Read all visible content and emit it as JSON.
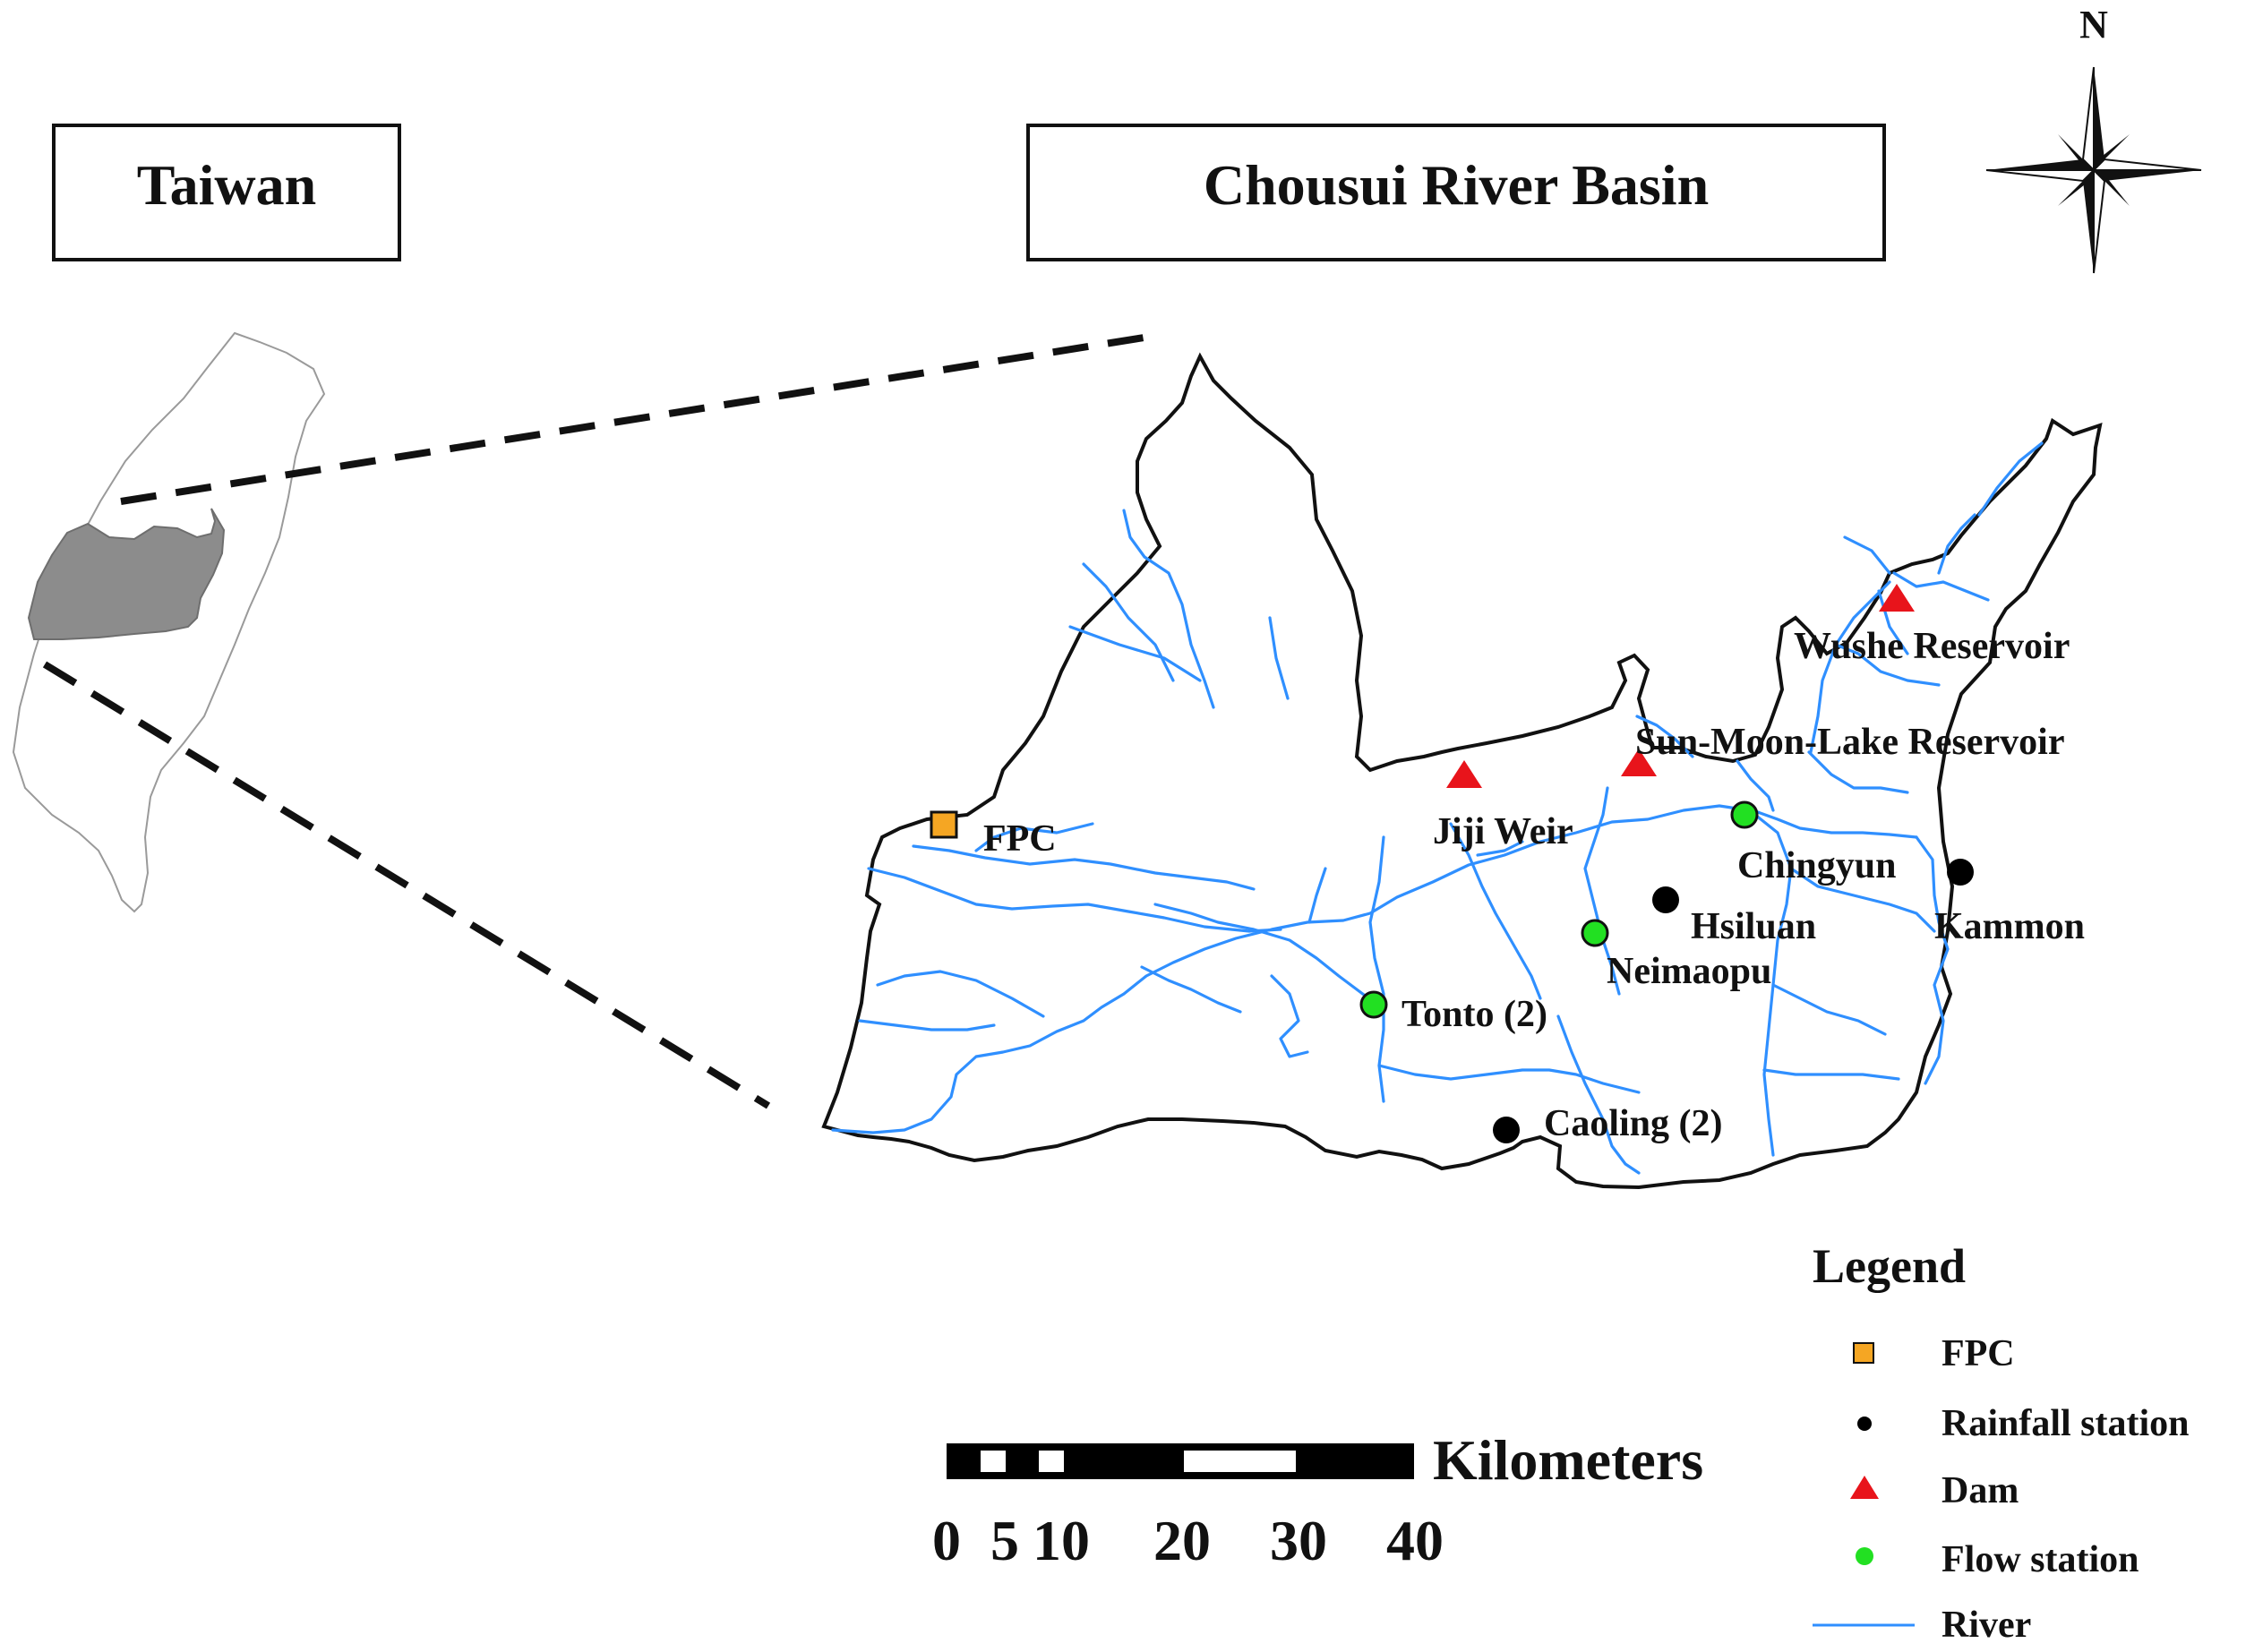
{
  "titles": {
    "taiwan": "Taiwan",
    "basin": "Chousui River Basin"
  },
  "north_label": "N",
  "sites": [
    {
      "id": "fpc",
      "label": "FPC",
      "type": "fpc"
    },
    {
      "id": "jiji",
      "label": "Jiji Weir",
      "type": "dam"
    },
    {
      "id": "sunmoon",
      "label": "Sun-Moon-Lake Reservoir",
      "type": "dam"
    },
    {
      "id": "wushe",
      "label": "Wushe Reservoir",
      "type": "dam"
    },
    {
      "id": "chingyun",
      "label": "Chingyun",
      "type": "flow"
    },
    {
      "id": "kammon",
      "label": "Kammon",
      "type": "rainfall"
    },
    {
      "id": "hsiluan",
      "label": "Hsiluan",
      "type": "rainfall"
    },
    {
      "id": "neimaopu",
      "label": "Neimaopu",
      "type": "flow"
    },
    {
      "id": "tonto",
      "label": "Tonto (2)",
      "type": "flow"
    },
    {
      "id": "caoling",
      "label": "Caoling (2)",
      "type": "rainfall"
    }
  ],
  "legend": {
    "title": "Legend",
    "items": [
      {
        "label": "FPC",
        "symbol": "square",
        "color": "#f5a623"
      },
      {
        "label": "Rainfall station",
        "symbol": "dot",
        "color": "#000000"
      },
      {
        "label": "Dam",
        "symbol": "triangle",
        "color": "#e8141b"
      },
      {
        "label": "Flow station",
        "symbol": "dot",
        "color": "#22e022"
      },
      {
        "label": "River",
        "symbol": "line",
        "color": "#2f8fff"
      }
    ]
  },
  "scale_bar": {
    "unit": "Kilometers",
    "ticks": [
      "0",
      "5",
      "10",
      "20",
      "30",
      "40"
    ]
  },
  "colors": {
    "basin_fill": "#8c8c8c",
    "river": "#2f8fff",
    "dam": "#e8141b",
    "flow_station": "#22e022",
    "rainfall_station": "#000000",
    "fpc": "#f5a623"
  }
}
